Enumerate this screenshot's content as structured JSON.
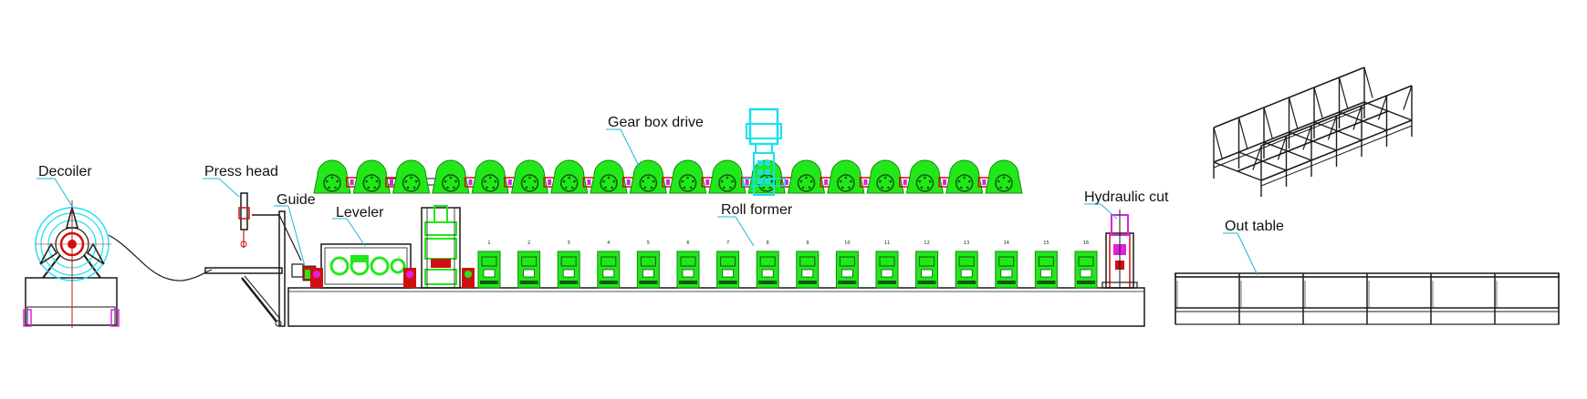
{
  "labels": {
    "decoiler": "Decoiler",
    "press_head": "Press head",
    "guide": "Guide",
    "leveler": "Leveler",
    "gear_box_drive": "Gear box drive",
    "roll_former": "Roll former",
    "hydraulic_cut": "Hydraulic cut",
    "out_table": "Out table"
  },
  "stations": [
    "1",
    "2",
    "3",
    "4",
    "5",
    "6",
    "7",
    "8",
    "9",
    "10",
    "11",
    "12",
    "13",
    "14",
    "15",
    "16"
  ],
  "gear_count": 18,
  "colors": {
    "line": "#1a1a1a",
    "green": "#22e81a",
    "cyan": "#18e0f0",
    "red": "#d01010",
    "magenta": "#e020e0",
    "leader": "#19b8d0"
  }
}
